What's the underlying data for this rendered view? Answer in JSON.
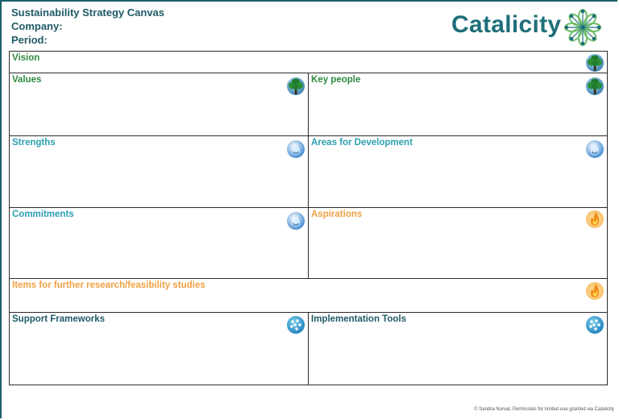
{
  "header": {
    "title": "Sustainability Strategy Canvas",
    "company_label": "Company:",
    "period_label": "Period:"
  },
  "brand": {
    "name": "Catalicity"
  },
  "sections": {
    "vision": "Vision",
    "values": "Values",
    "key_people": "Key people",
    "strengths": "Strengths",
    "areas_for_development": "Areas for Development",
    "commitments": "Commitments",
    "aspirations": "Aspirations",
    "further_research": "Items for further research/feasibility studies",
    "support_frameworks": "Support Frameworks",
    "implementation_tools": "Implementation Tools"
  },
  "icons": {
    "tree": "tree-icon",
    "water": "water-drop-icon",
    "fire": "fire-icon",
    "rain": "rain-icon"
  },
  "colors": {
    "green": "#2e8a3f",
    "teal": "#2c9eb0",
    "orange": "#f0a044",
    "navy": "#1f5a66"
  },
  "footer": {
    "copyright": "© Sandra Norval, Permission for limited use granted via Catalicity"
  }
}
